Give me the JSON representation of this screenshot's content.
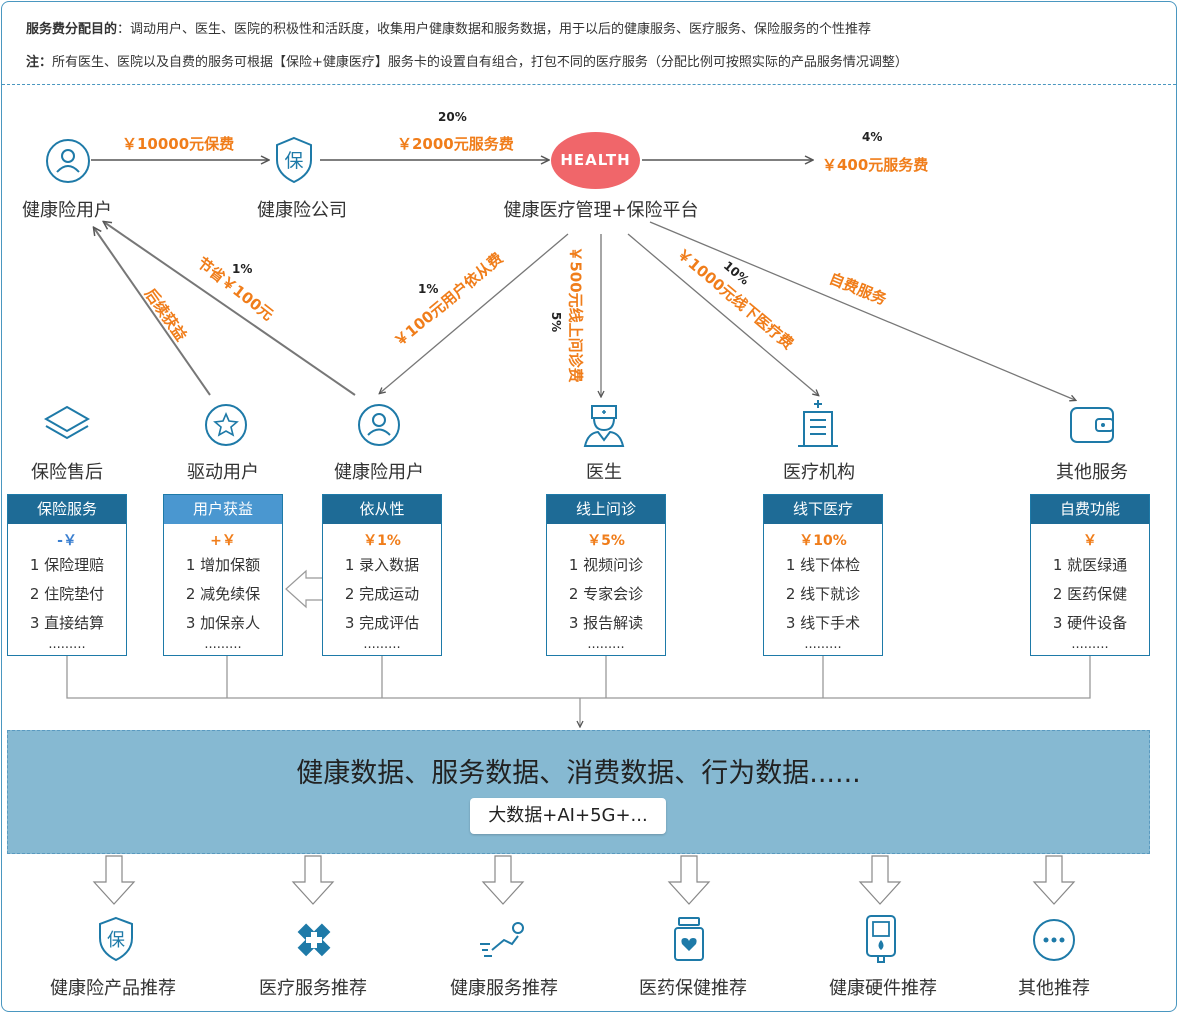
{
  "notes": {
    "purpose_label": "服务费分配目的",
    "purpose_text": "：调动用户、医生、医院的积极性和活跃度，收集用户健康数据和服务数据，用于以后的健康服务、医疗服务、保险服务的个性推荐",
    "note_label": "注：",
    "note_text": "所有医生、医院以及自费的服务可根据【保险+健康医疗】服务卡的设置自有组合，打包不同的医疗服务（分配比例可按照实际的产品服务情况调整）"
  },
  "top_flow": {
    "user_label": "健康险用户",
    "insurer_label": "健康险公司",
    "insurer_glyph": "保",
    "platform_label": "健康医疗管理+保险平台",
    "health_badge": "HEALTH",
    "premium": "￥10000元保费",
    "service_fee": "￥2000元服务费",
    "service_fee_pct": "20%",
    "fee_400": "￥400元服务费",
    "fee_400_pct": "4%"
  },
  "branches": {
    "save_text": "节省￥100元",
    "save_pct": "1%",
    "gain_text": "后续获益",
    "compliance_fee": "￥100元用户依从费",
    "compliance_pct": "1%",
    "online_fee": "￥500元线上问诊费",
    "online_pct": "5%",
    "offline_fee": "￥1000元线下医疗费",
    "offline_pct": "10%",
    "selfpay": "自费服务"
  },
  "nodes": [
    {
      "label": "保险售后",
      "icon": "layers-icon"
    },
    {
      "label": "驱动用户",
      "icon": "star-icon"
    },
    {
      "label": "健康险用户",
      "icon": "user-icon"
    },
    {
      "label": "医生",
      "icon": "doctor-icon"
    },
    {
      "label": "医疗机构",
      "icon": "hospital-icon"
    },
    {
      "label": "其他服务",
      "icon": "wallet-icon"
    }
  ],
  "cards": [
    {
      "title": "保险服务",
      "sub": "-￥",
      "items": [
        "1 保险理赔",
        "2 住院垫付",
        "3 直接结算"
      ],
      "dots": "........."
    },
    {
      "title": "用户获益",
      "sub": "+￥",
      "items": [
        "1 增加保额",
        "2 减免续保",
        "3 加保亲人"
      ],
      "dots": "........."
    },
    {
      "title": "依从性",
      "sub": "￥1%",
      "items": [
        "1 录入数据",
        "2 完成运动",
        "3 完成评估"
      ],
      "dots": "........."
    },
    {
      "title": "线上问诊",
      "sub": "￥5%",
      "items": [
        "1 视频问诊",
        "2 专家会诊",
        "3 报告解读"
      ],
      "dots": "........."
    },
    {
      "title": "线下医疗",
      "sub": "￥10%",
      "items": [
        "1 线下体检",
        "2 线下就诊",
        "3 线下手术"
      ],
      "dots": "........."
    },
    {
      "title": "自费功能",
      "sub": "￥",
      "items": [
        "1 就医绿通",
        "2 医药保健",
        "3 硬件设备"
      ],
      "dots": "........."
    }
  ],
  "data_zone": {
    "title": "健康数据、服务数据、消费数据、行为数据......",
    "tech": "大数据+AI+5G+..."
  },
  "recommendations": [
    {
      "label": "健康险产品推荐",
      "icon": "insurance-shield-icon"
    },
    {
      "label": "医疗服务推荐",
      "icon": "medical-cross-icon"
    },
    {
      "label": "健康服务推荐",
      "icon": "runner-icon"
    },
    {
      "label": "医药保健推荐",
      "icon": "medicine-jar-icon"
    },
    {
      "label": "健康硬件推荐",
      "icon": "glucose-meter-icon"
    },
    {
      "label": "其他推荐",
      "icon": "more-icon"
    }
  ],
  "colors": {
    "primary_blue": "#1e6b96",
    "accent_orange": "#f07d1a",
    "health_red": "#f0666a",
    "data_zone": "#86b9d2"
  }
}
